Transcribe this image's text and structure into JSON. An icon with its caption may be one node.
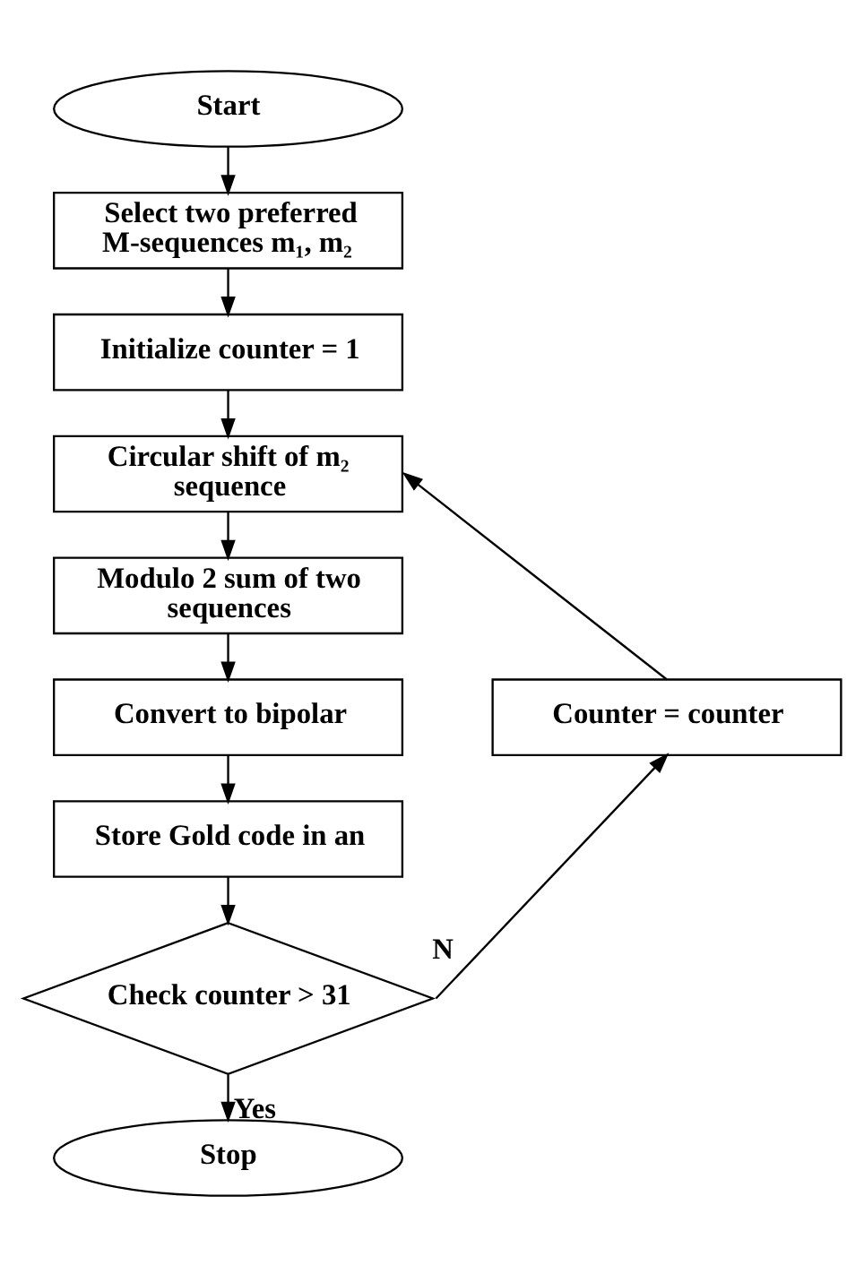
{
  "diagram": {
    "nodes": [
      {
        "text": [
          "Start"
        ]
      },
      {
        "text": [
          "Select two preferred M-sequences m₁, m₂"
        ]
      },
      {
        "text": [
          "Initialize counter = 1"
        ]
      },
      {
        "text": [
          "Circular shift of m₂ sequence"
        ]
      },
      {
        "text": [
          "Modulo 2 sum of two sequences"
        ]
      },
      {
        "text": [
          "Convert to bipolar"
        ]
      },
      {
        "text": [
          "Store Gold code in an"
        ]
      },
      {
        "text": [
          "Check counter > 31"
        ]
      },
      {
        "text": [
          "Counter = counter"
        ]
      },
      {
        "text": [
          "Stop"
        ]
      }
    ],
    "edges": [
      {
        "from": 0,
        "to": 1,
        "arrow": "to"
      },
      {
        "from": 1,
        "to": 2,
        "arrow": "to"
      },
      {
        "from": 2,
        "to": 3,
        "arrow": "to"
      },
      {
        "from": 3,
        "to": 4,
        "arrow": "to"
      },
      {
        "from": 4,
        "to": 5,
        "arrow": "to"
      },
      {
        "from": 5,
        "to": 6,
        "arrow": "to"
      },
      {
        "from": 6,
        "to": 7,
        "arrow": "to"
      },
      {
        "from": 7,
        "to": 9,
        "arrow": "to",
        "label": "Yes"
      },
      {
        "from": 7,
        "to": 8,
        "arrow": "to",
        "label": "N"
      },
      {
        "from": 8,
        "to": 3,
        "arrow": "to"
      }
    ]
  }
}
